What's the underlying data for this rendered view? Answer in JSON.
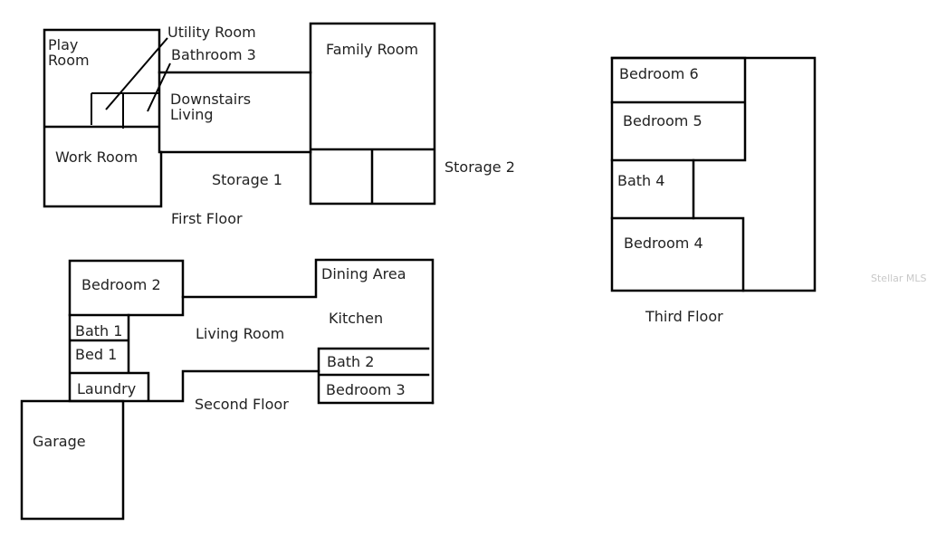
{
  "first_floor": {
    "title": "First Floor",
    "rooms": {
      "play_room_line1": "Play",
      "play_room_line2": "Room",
      "utility_room": "Utility Room",
      "bathroom_3": "Bathroom 3",
      "downstairs_living_line1": "Downstairs",
      "downstairs_living_line2": "Living",
      "family_room": "Family Room",
      "work_room": "Work Room",
      "storage_1": "Storage 1",
      "storage_2": "Storage 2"
    }
  },
  "second_floor": {
    "title": "Second Floor",
    "rooms": {
      "bedroom_2": "Bedroom 2",
      "dining_area": "Dining Area",
      "kitchen": "Kitchen",
      "living_room": "Living Room",
      "bath_1": "Bath 1",
      "bed_1": "Bed 1",
      "laundry": "Laundry",
      "bath_2": "Bath 2",
      "bedroom_3": "Bedroom 3",
      "garage": "Garage"
    }
  },
  "third_floor": {
    "title": "Third Floor",
    "rooms": {
      "bedroom_6": "Bedroom 6",
      "bedroom_5": "Bedroom 5",
      "bath_4": "Bath 4",
      "bedroom_4": "Bedroom 4"
    }
  },
  "watermark": "Stellar MLS",
  "colors": {
    "walls": "#000000",
    "text": "#222222",
    "background": "#ffffff"
  }
}
